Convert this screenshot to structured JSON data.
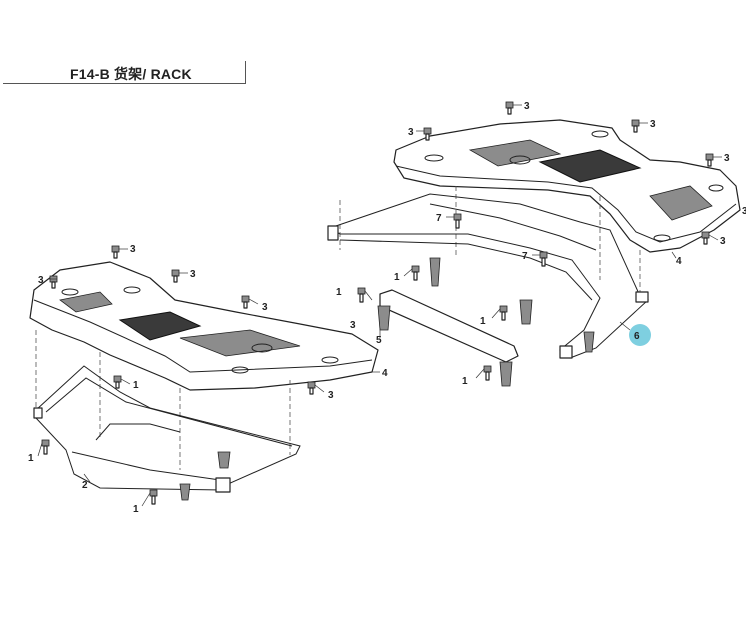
{
  "header": {
    "title": "F14-B 货架/ RACK"
  },
  "callouts": [
    {
      "id": "front-3a",
      "label": "3"
    },
    {
      "id": "front-3b",
      "label": "3"
    },
    {
      "id": "front-3c",
      "label": "3"
    },
    {
      "id": "front-3d",
      "label": "3"
    },
    {
      "id": "front-3e",
      "label": "3"
    },
    {
      "id": "front-3f",
      "label": "3"
    },
    {
      "id": "front-1a",
      "label": "1"
    },
    {
      "id": "front-1b",
      "label": "1"
    },
    {
      "id": "front-1c",
      "label": "1"
    },
    {
      "id": "front-4",
      "label": "4"
    },
    {
      "id": "front-2",
      "label": "2"
    },
    {
      "id": "rear-3a",
      "label": "3"
    },
    {
      "id": "rear-3b",
      "label": "3"
    },
    {
      "id": "rear-3c",
      "label": "3"
    },
    {
      "id": "rear-3d",
      "label": "3"
    },
    {
      "id": "rear-3e",
      "label": "3"
    },
    {
      "id": "rear-3f",
      "label": "3"
    },
    {
      "id": "rear-7a",
      "label": "7"
    },
    {
      "id": "rear-7b",
      "label": "7"
    },
    {
      "id": "rear-1a",
      "label": "1"
    },
    {
      "id": "rear-1b",
      "label": "1"
    },
    {
      "id": "rear-1c",
      "label": "1"
    },
    {
      "id": "rear-1d",
      "label": "1"
    },
    {
      "id": "rear-4",
      "label": "4"
    },
    {
      "id": "rear-5",
      "label": "5"
    },
    {
      "id": "rear-6",
      "label": "6"
    }
  ],
  "colors": {
    "highlight": "#7ecfe0",
    "ink": "#222222"
  }
}
